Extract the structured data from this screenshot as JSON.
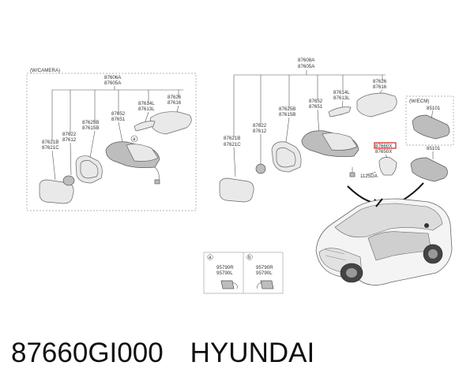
{
  "caption": {
    "part_number": "87660GI000",
    "brand": "HYUNDAI"
  },
  "left_panel": {
    "title": "(W/CAMERA)",
    "labels": {
      "a1": "87606A",
      "a2": "87605A",
      "l1": "87626",
      "l2": "87616",
      "m1": "87614L",
      "m2": "87613L",
      "n1": "87652",
      "n2": "87651",
      "o1": "87625B",
      "o2": "87615B",
      "p1": "87622",
      "p2": "87612",
      "q1": "87621B",
      "q2": "87621C",
      "marker": "a"
    }
  },
  "right_panel": {
    "labels": {
      "a1": "87608A",
      "a2": "87605A",
      "l1": "87626",
      "l2": "87616",
      "m1": "87614L",
      "m2": "87613L",
      "n1": "87652",
      "n2": "87651",
      "o1": "87625B",
      "o2": "87615B",
      "p1": "87622",
      "p2": "87612",
      "q1": "87621B",
      "q2": "87621C",
      "h1": "87660X",
      "h2": "87650X",
      "bolt": "1125DA",
      "ecm_title": "(W/ECM)",
      "ecm_part": "85101",
      "mirror_part": "85101"
    }
  },
  "detail": {
    "a_label": "a",
    "a1": "95790R",
    "a2": "95790L",
    "b_label": "b",
    "b1": "95790R",
    "b2": "95790L"
  },
  "colors": {
    "highlight": "#d62020",
    "line": "#555555"
  }
}
